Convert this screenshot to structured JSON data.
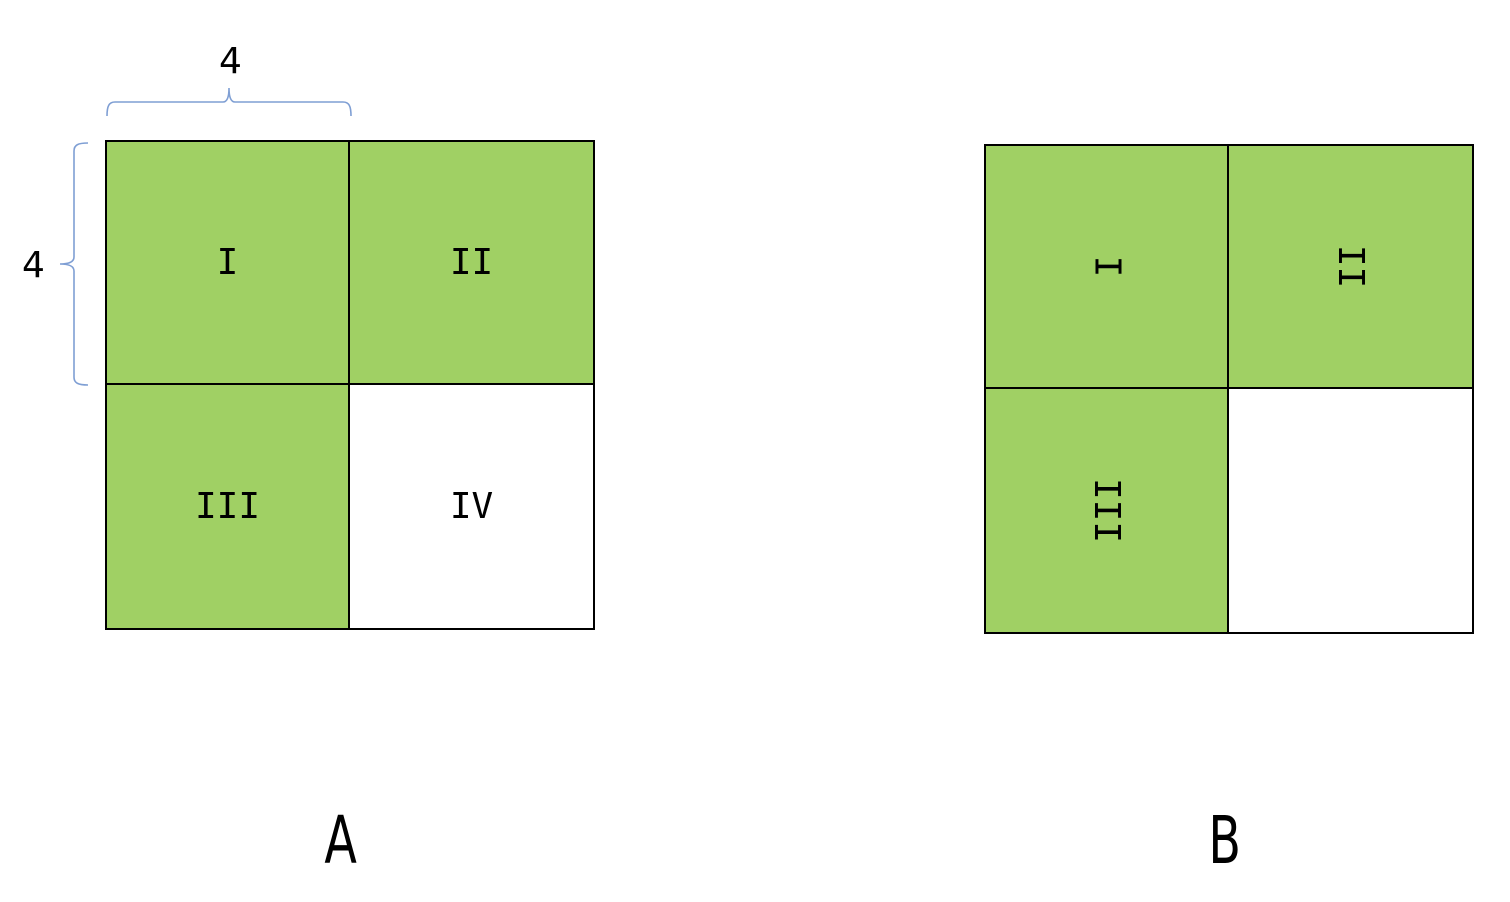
{
  "colors": {
    "filled": "#A0D064",
    "empty": "#FFFFFF",
    "outline": "#000000",
    "brace": "#7F9FD4"
  },
  "figure_a": {
    "caption": "A",
    "dimension_top": "4",
    "dimension_left": "4",
    "cells": [
      {
        "position": "top-left",
        "label": "I",
        "filled": true
      },
      {
        "position": "top-right",
        "label": "II",
        "filled": true
      },
      {
        "position": "bottom-left",
        "label": "III",
        "filled": true
      },
      {
        "position": "bottom-right",
        "label": "IV",
        "filled": false
      }
    ]
  },
  "figure_b": {
    "caption": "B",
    "label_rotation": "90deg",
    "cells": [
      {
        "position": "top-left",
        "label": "I",
        "filled": true
      },
      {
        "position": "top-right",
        "label": "II",
        "filled": true
      },
      {
        "position": "bottom-left",
        "label": "III",
        "filled": true
      },
      {
        "position": "bottom-right",
        "label": "",
        "filled": false
      }
    ]
  }
}
